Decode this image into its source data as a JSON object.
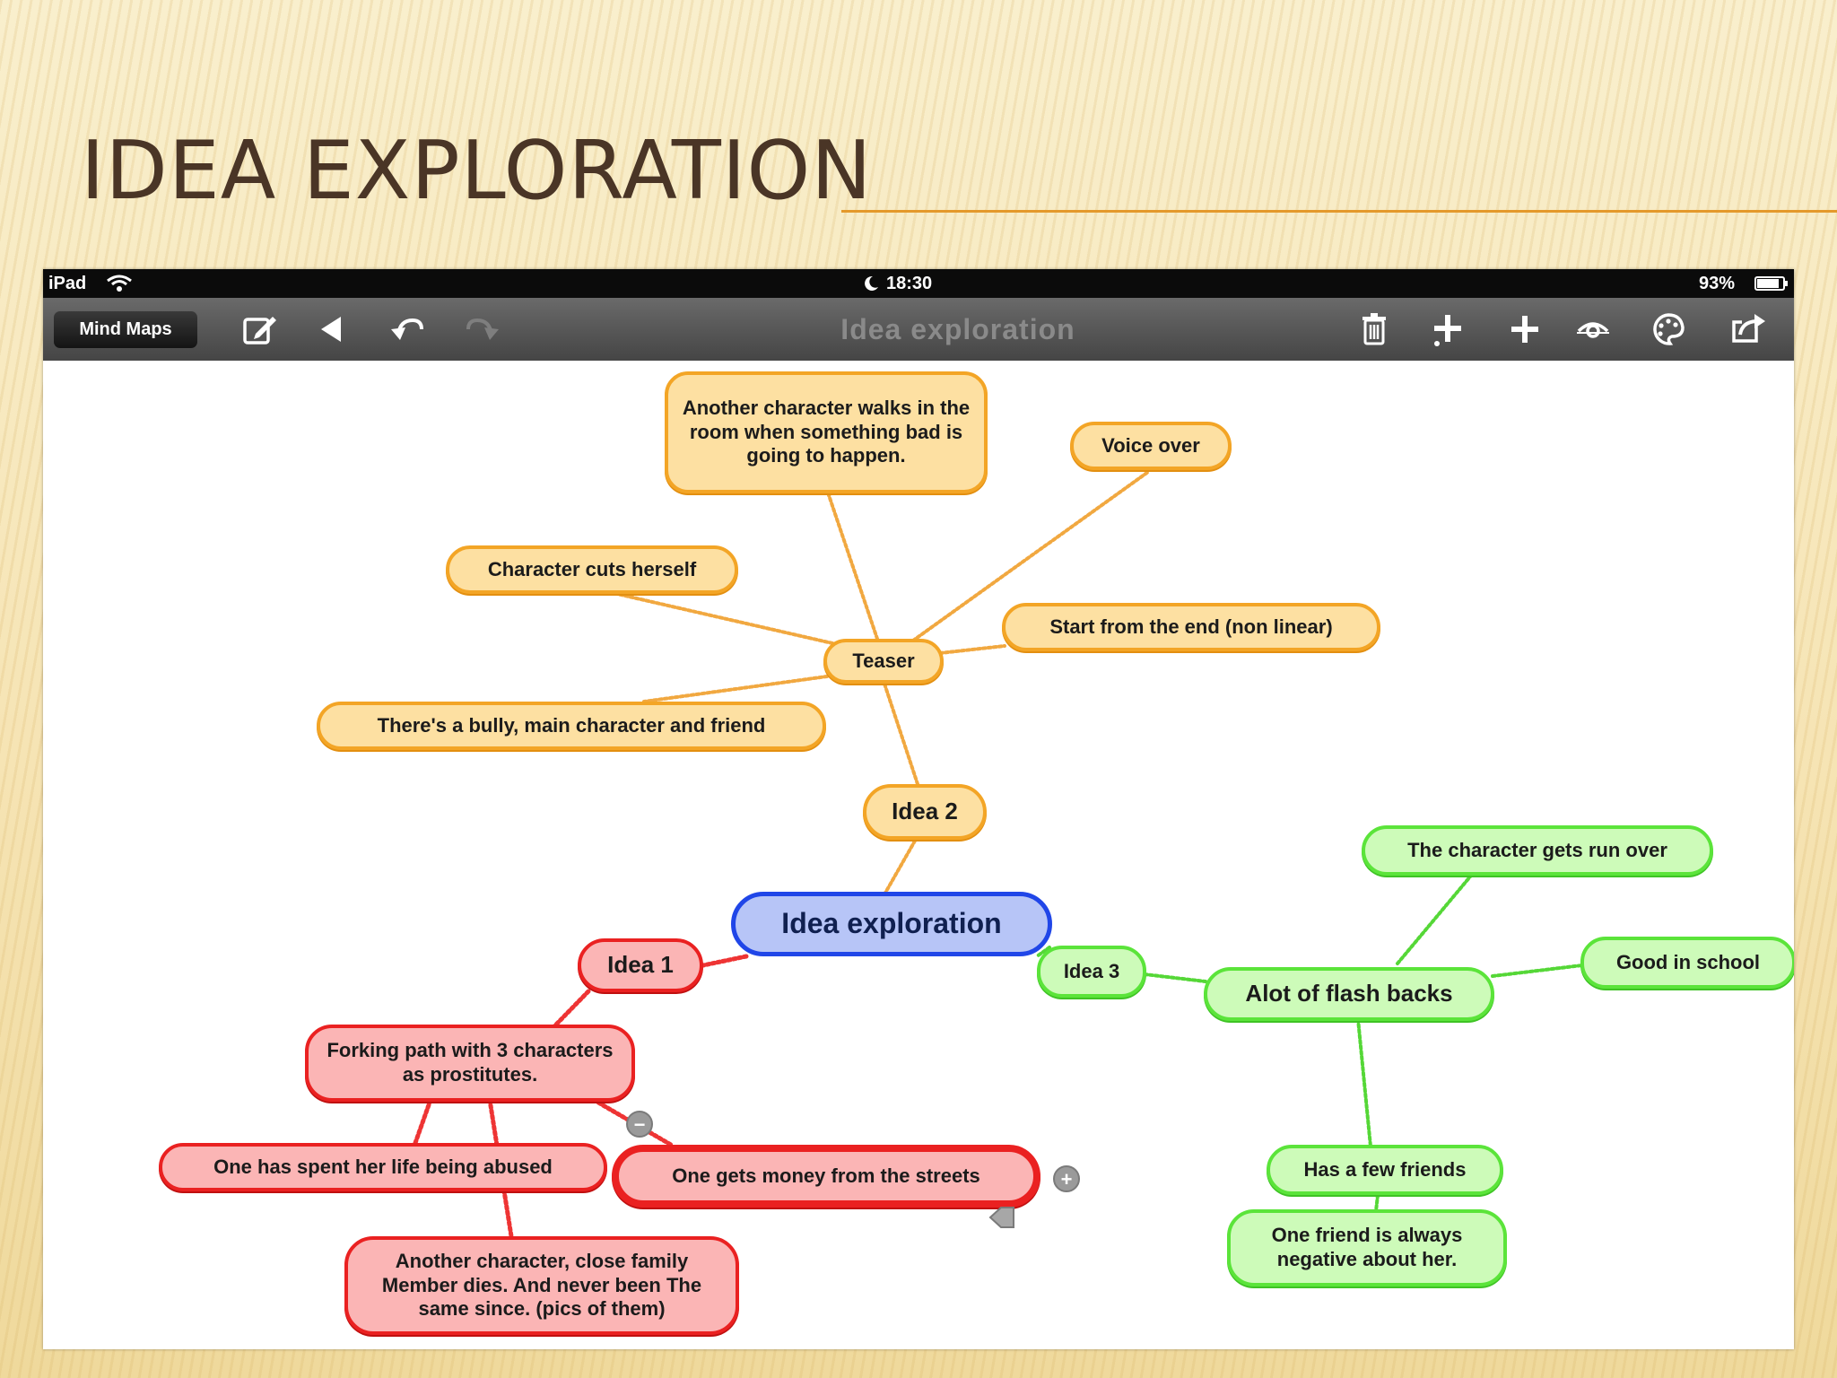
{
  "slide": {
    "title": "IDEA EXPLORATION"
  },
  "status_bar": {
    "device": "iPad",
    "time": "18:30",
    "battery": "93%",
    "battery_level": 0.93
  },
  "toolbar": {
    "mind_maps_label": "Mind Maps",
    "document_title": "Idea exploration",
    "icons": [
      "edit-icon",
      "back-arrow-icon",
      "undo-icon",
      "redo-icon",
      "trash-icon",
      "add-sibling-icon",
      "add-child-icon",
      "link-icon",
      "palette-icon",
      "share-icon"
    ]
  },
  "colors": {
    "slide_rule": "#e4992b",
    "orange_node_border": "#f3a526",
    "red_node_border": "#ea2121",
    "green_node_border": "#5be43a",
    "center_node_border": "#2046e8"
  },
  "mindmap": {
    "center": "Idea exploration",
    "branches": [
      {
        "label": "Idea 2",
        "color": "orange",
        "children": [
          {
            "label": "Teaser",
            "children": [
              "Another character walks in the room when something bad is going to happen.",
              "Voice over",
              "Character cuts herself",
              "Start from the end (non linear)",
              "There's a bully, main character and friend"
            ]
          }
        ]
      },
      {
        "label": "Idea 1",
        "color": "red",
        "children": [
          {
            "label": "Forking path with 3 characters as prostitutes.",
            "children": [
              "One has spent her life being abused",
              "One gets money from the streets",
              "Another character, close family Member dies. And never been The same since. (pics of them)"
            ]
          }
        ]
      },
      {
        "label": "Idea 3",
        "color": "green",
        "children": [
          {
            "label": "Alot of flash backs",
            "children": [
              "The character gets run over",
              "Good in school",
              "Has a few friends",
              "One friend is always negative about her."
            ]
          }
        ]
      }
    ]
  }
}
